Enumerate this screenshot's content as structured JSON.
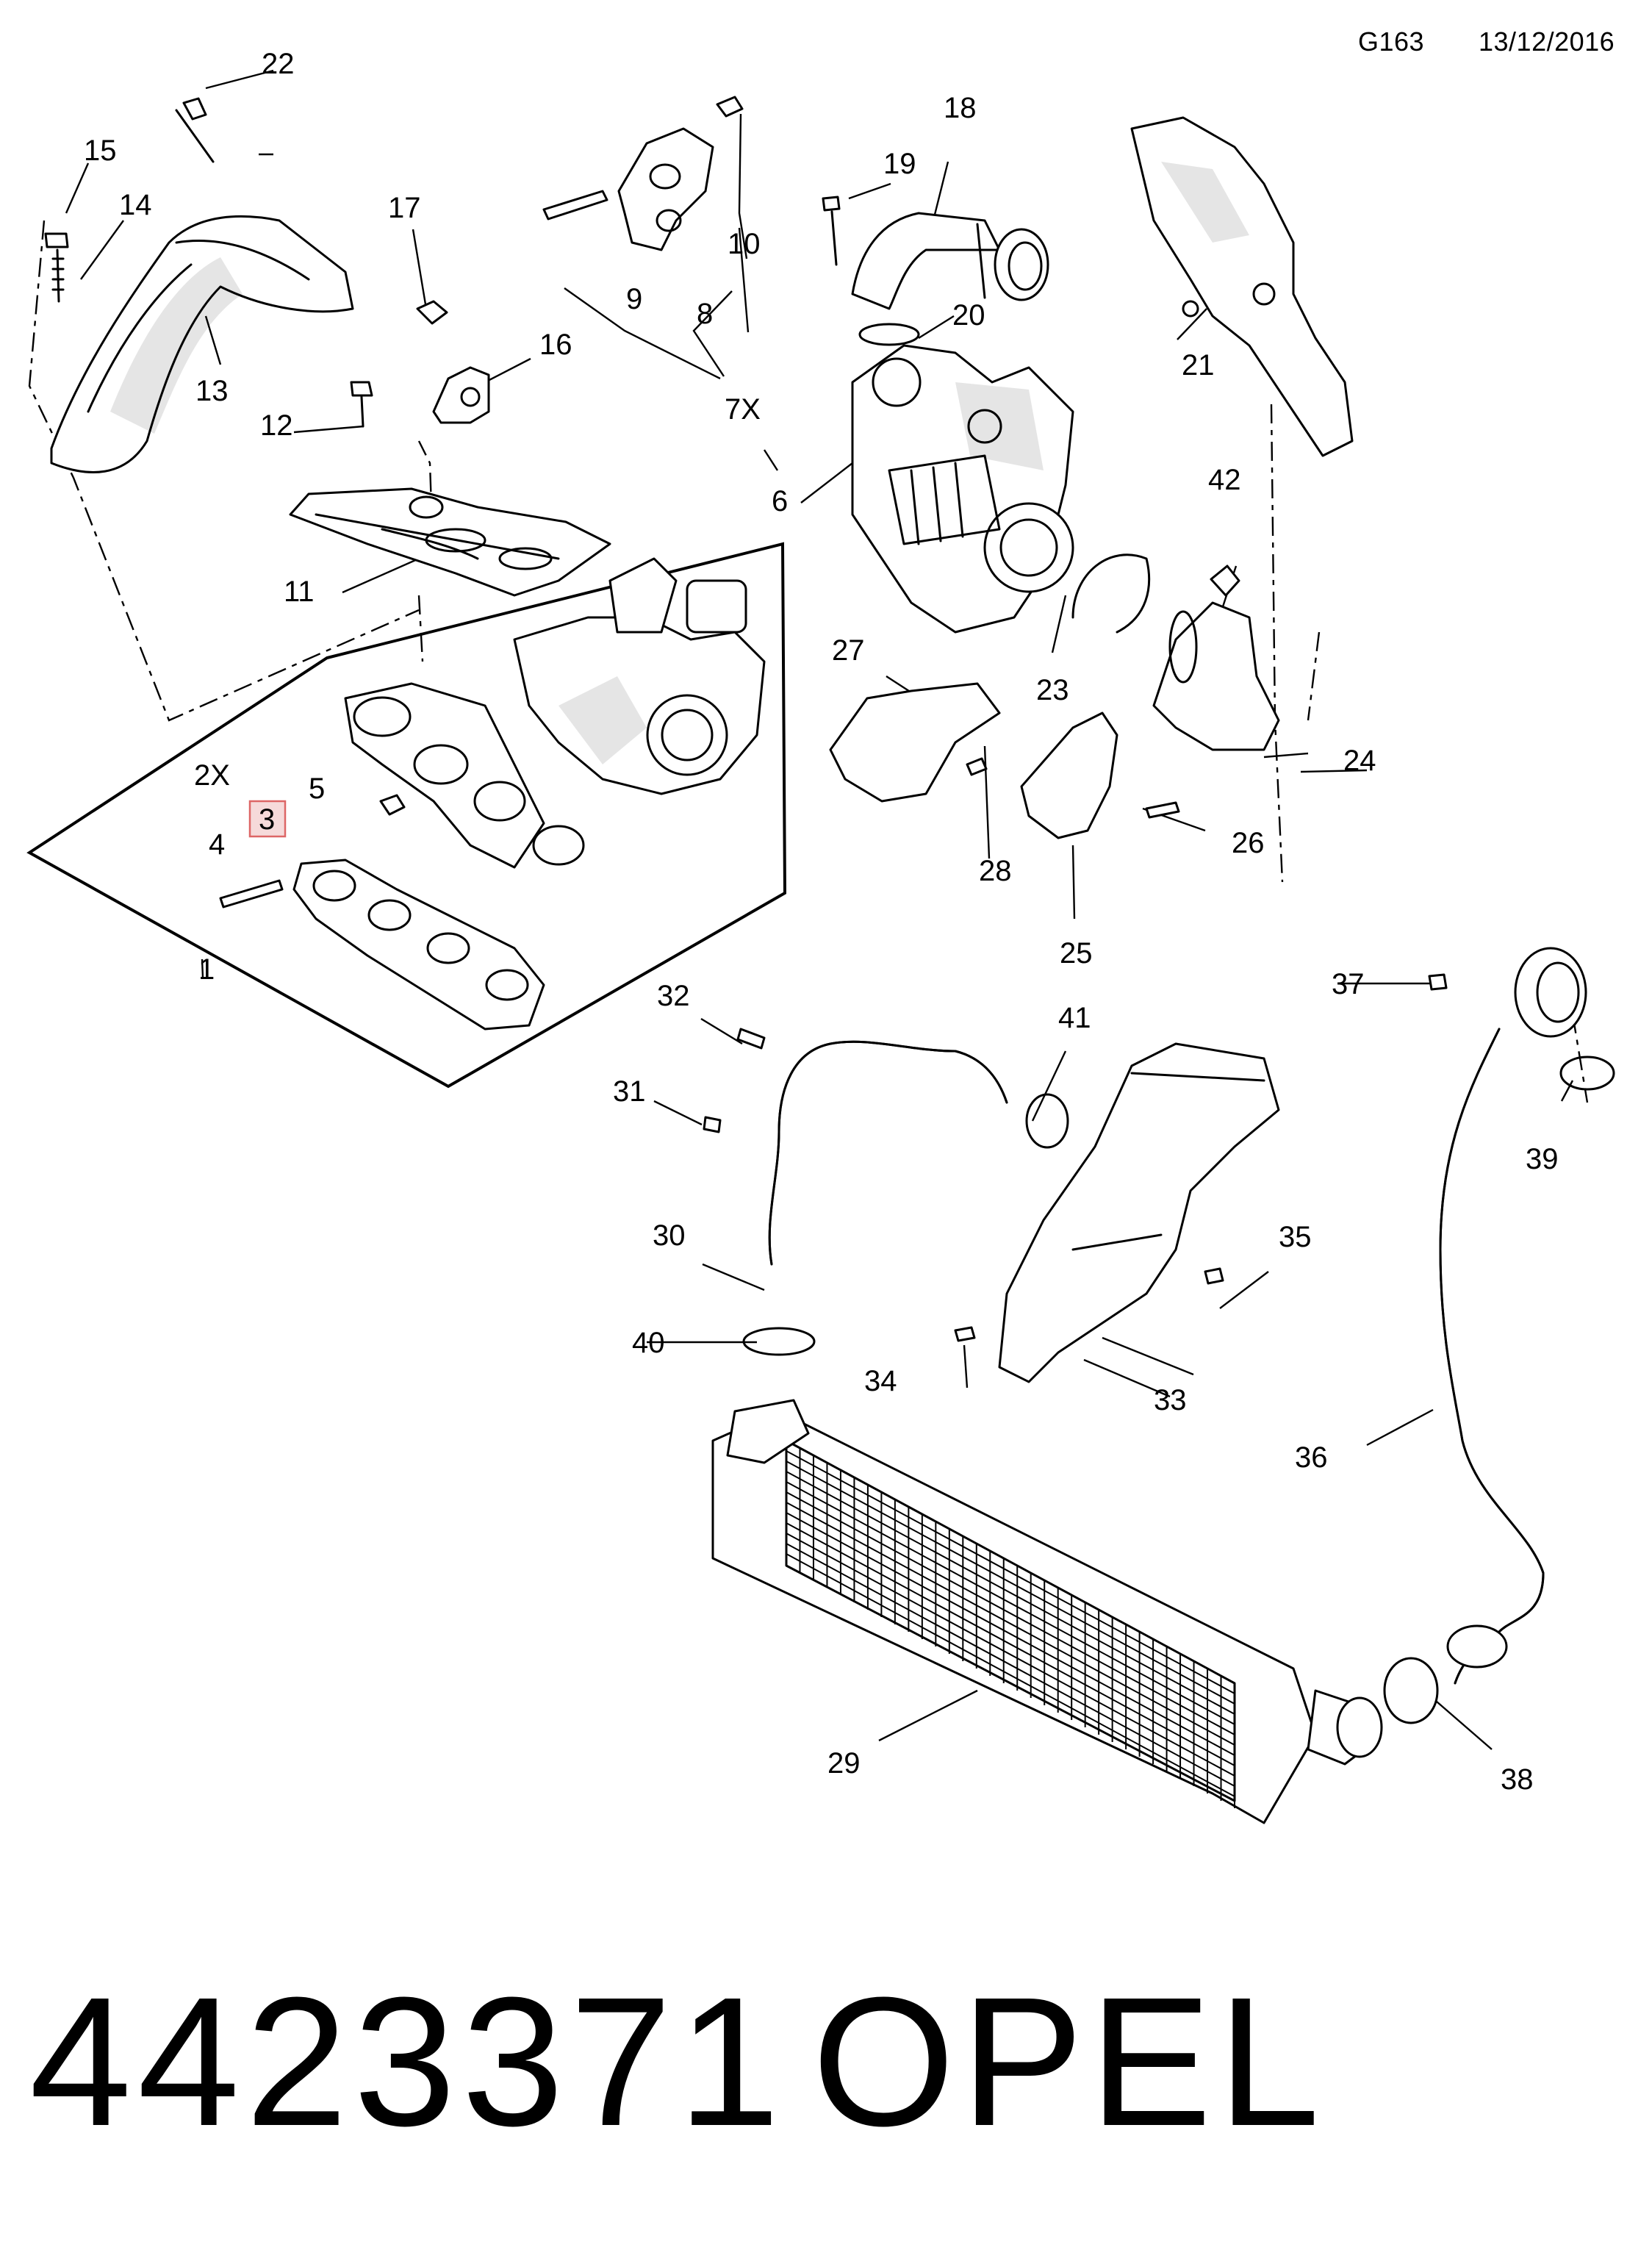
{
  "header": {
    "diagram_code": "G163",
    "date": "13/12/2016"
  },
  "callouts": [
    "1",
    "2X",
    "3",
    "4",
    "5",
    "6",
    "7X",
    "8",
    "9",
    "10",
    "11",
    "12",
    "13",
    "14",
    "15",
    "16",
    "17",
    "18",
    "19",
    "20",
    "21",
    "22",
    "23",
    "24",
    "25",
    "26",
    "27",
    "28",
    "29",
    "30",
    "31",
    "32",
    "33",
    "34",
    "35",
    "36",
    "37",
    "38",
    "39",
    "40",
    "41",
    "42"
  ],
  "highlighted_callout": "3",
  "footer": {
    "part_number": "4423371",
    "brand": "OPEL"
  }
}
